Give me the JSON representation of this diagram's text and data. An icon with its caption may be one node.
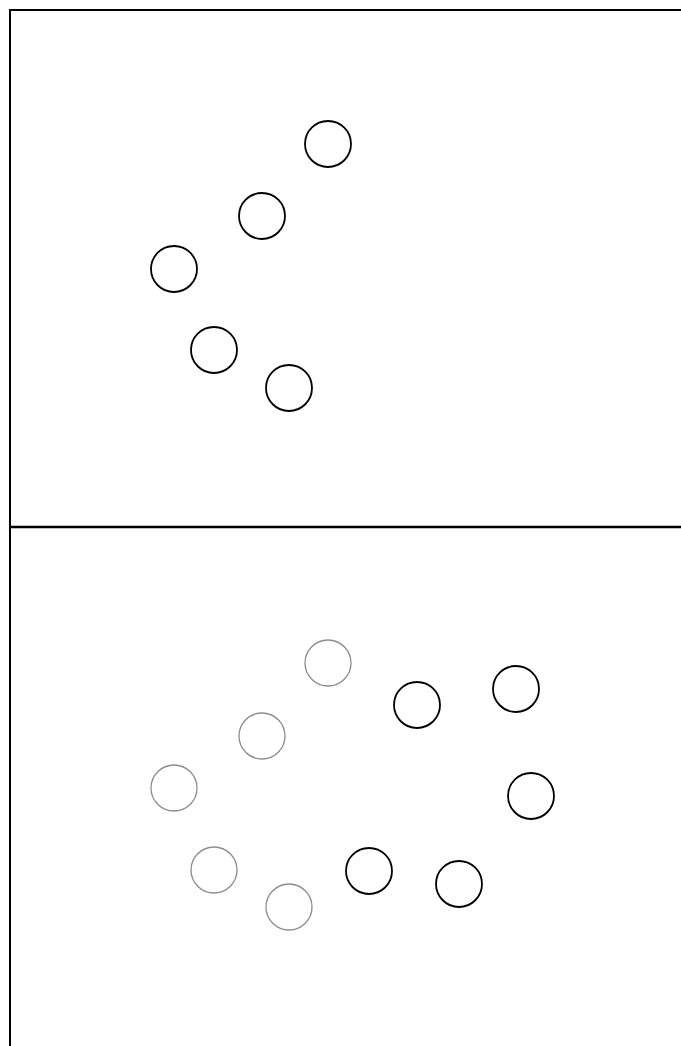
{
  "diagram": {
    "nodes": [
      {
        "text": [],
        "shape": "circle"
      },
      {
        "text": [],
        "shape": "circle"
      },
      {
        "text": [],
        "shape": "circle"
      },
      {
        "text": [],
        "shape": "circle"
      },
      {
        "text": [],
        "shape": "circle"
      },
      {
        "text": [],
        "shape": "circle"
      },
      {
        "text": [],
        "shape": "circle"
      },
      {
        "text": [],
        "shape": "circle"
      },
      {
        "text": [],
        "shape": "circle"
      },
      {
        "text": [],
        "shape": "circle"
      },
      {
        "text": [],
        "shape": "circle"
      },
      {
        "text": [],
        "shape": "circle"
      },
      {
        "text": [],
        "shape": "circle"
      },
      {
        "text": [],
        "shape": "circle"
      },
      {
        "text": [],
        "shape": "circle"
      }
    ]
  }
}
